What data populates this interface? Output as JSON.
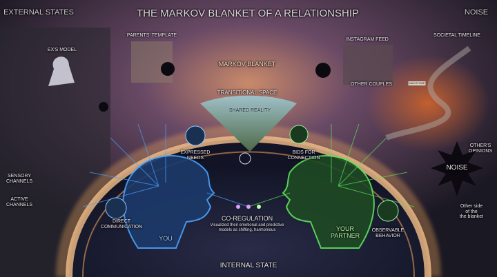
{
  "title": "THE MARKOV BLANKET OF A RELATIONSHIP",
  "corners": {
    "top_left": "EXTERNAL STATES",
    "top_right": "NOISE"
  },
  "external": {
    "parents_template": "PARENTS' TEMPLATE",
    "exs_model": "EX'S MODEL",
    "instagram_feed": "INSTAGRAM FEED",
    "other_couples": "OTHER COUPLES",
    "societal_timeline": "SOCIETAL TIMELINE",
    "milestone": "MILESTONE",
    "others_opinions": [
      "OTHER'S",
      "OPINIONS"
    ],
    "noise": "NOISE"
  },
  "blanket": {
    "markov_blanket": "MARKOV BLANKET",
    "transitional_space": "TRANSITIONAL SPACE",
    "shared_reality": "SHARED REALITY",
    "sensory_channels": [
      "SENSORY",
      "CHANNELS"
    ],
    "active_channels": [
      "ACTIVE",
      "CHANNELS"
    ],
    "other_side": [
      "Other side",
      "of the",
      "the blanket"
    ]
  },
  "internal": {
    "expressed_needs": [
      "EXPRESSED",
      "NEEDS"
    ],
    "bids_for_connection": [
      "BIDS FOR",
      "CONNECTION"
    ],
    "direct_communication": [
      "DIRECT",
      "COMMUNICATION"
    ],
    "observable_behavior": [
      "OBSERVABLE",
      "BEHAVIOR"
    ],
    "you": "YOU",
    "your_partner": [
      "YOUR",
      "PARTNER"
    ],
    "co_regulation": "CO-REGULATION",
    "co_regulation_desc": [
      "Visualized their emotional and predictive",
      "models as  shifting, harmonious"
    ],
    "internal_state": "INTERNAL STATE"
  },
  "colors": {
    "you": "#4aa3ff",
    "partner": "#5fe35a",
    "blanket": "#f0a860",
    "background": "#14131c"
  }
}
